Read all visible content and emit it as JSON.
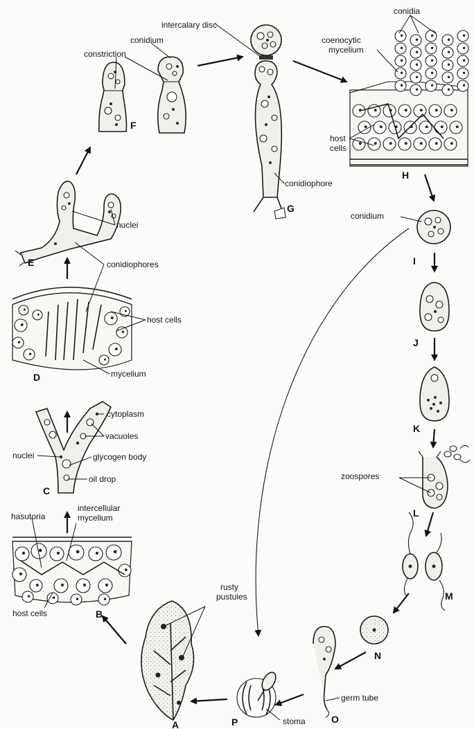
{
  "stages": {
    "A": "A",
    "B": "B",
    "C": "C",
    "D": "D",
    "E": "E",
    "F": "F",
    "G": "G",
    "H": "H",
    "I": "I",
    "J": "J",
    "K": "K",
    "L": "L",
    "M": "M",
    "N": "N",
    "O": "O",
    "P": "P"
  },
  "labels": {
    "conidium_f": "conidium",
    "constriction": "constriction",
    "intercalary_disc": "intercalary disc",
    "conidia": "conidia",
    "coenocytic_mycelium_1": "coenocytic",
    "coenocytic_mycelium_2": "mycelium",
    "host_cells_h_1": "host",
    "host_cells_h_2": "cells",
    "conidiophore": "conidiophore",
    "conidium_i": "conidium",
    "nuclei_e": "nuclei",
    "conidiophores": "conidiophores",
    "host_cells_d": "host cells",
    "mycelium": "mycelium",
    "cytoplasm": "cytoplasm",
    "vacuoles": "vacuoles",
    "nuclei_c": "nuclei",
    "glycogen_body": "glycogen body",
    "oil_drop": "oil drop",
    "hasutoria": "hasutoria",
    "intercellular_1": "intercellular",
    "intercellular_2": "mycelium",
    "host_cells_b": "host cells",
    "rusty_1": "rusty",
    "rusty_2": "pustules",
    "zoospores": "zoospores",
    "germ_tube": "germ tube",
    "stoma": "stoma"
  }
}
